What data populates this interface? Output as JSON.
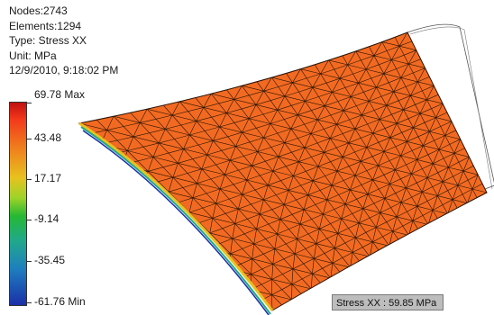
{
  "model_info": {
    "nodes": "Nodes:2743",
    "elements": "Elements:1294",
    "type": "Type: Stress XX",
    "unit": "Unit: MPa",
    "timestamp": "12/9/2010, 9:18:02 PM"
  },
  "legend": {
    "max_label": "69.78 Max",
    "labels": [
      "43.48",
      "17.17",
      "-9.14",
      "-35.45"
    ],
    "min_label": "-61.76 Min",
    "colors": {
      "max": "#c01010",
      "high": "#f07c1e",
      "mid": "#e8c11f",
      "low_mid": "#26b833",
      "low": "#21a98a",
      "min": "#1b2fa8"
    }
  },
  "probe": {
    "label": "Stress XX : 59.85 MPa"
  },
  "mesh": {
    "fill_color": "#f26a21",
    "edge_color": "#2a1408"
  }
}
